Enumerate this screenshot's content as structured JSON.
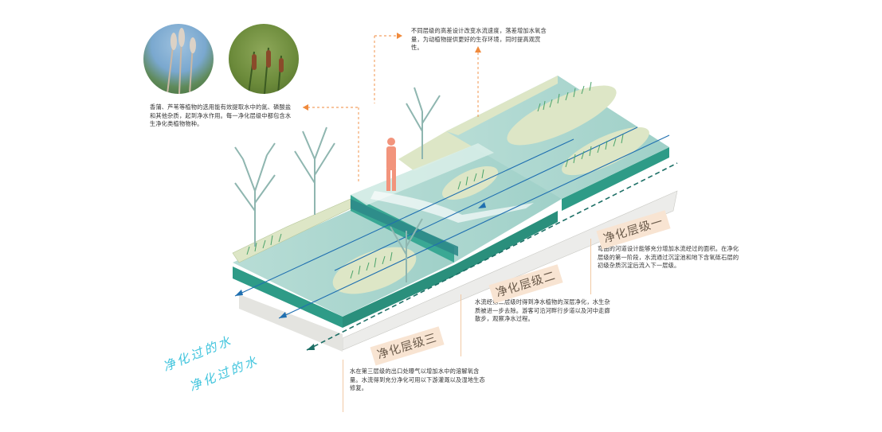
{
  "annotations": {
    "plants": "香蒲、芦苇等植物的选用能有效提取水中的氮、磷酸盐和其他杂质，起到净水作用。每一净化层级中都包含水生净化类植物物种。",
    "height_design": "不同层级的高差设计改变水流速度，落差增加水氧含量，为动植物提供更好的生存环境，同时提高观赏性。",
    "level1_desc": "弯曲的河道设计能够充分增加水流经过的面积。在净化层级的第一阶段，水流通过沉淀池和地下含氧砾石层的初级杂质沉淀后流入下一层级。",
    "level2_desc": "水流经第二层级时得到净水植物的深层净化，水生杂质被进一步去除。游客可沿河畔行步道以及河中走廊散步，观察净水过程。",
    "level3_desc": "水在第三层级的出口处曝气以增加水中的溶解氧含量。水流得到充分净化可用以下游灌溉以及湿地生态修复。"
  },
  "labels": {
    "level1": "净化层级一",
    "level2": "净化层级二",
    "level3": "净化层级三"
  },
  "outflow_text": {
    "line1": "净化过的水",
    "line2": "净化过的水"
  },
  "colors": {
    "water": "#a9d7d0",
    "teal_band": "#2e9b87",
    "dark_teal": "#1d6f66",
    "bank": "#dde6c6",
    "base_grey": "#ececea",
    "flow_line": "#1f6fb0",
    "accent_orange": "#f08a3c",
    "label_bg": "#f8e4d2",
    "outflow_cyan": "#3fc4dd",
    "person": "#f2947c"
  }
}
